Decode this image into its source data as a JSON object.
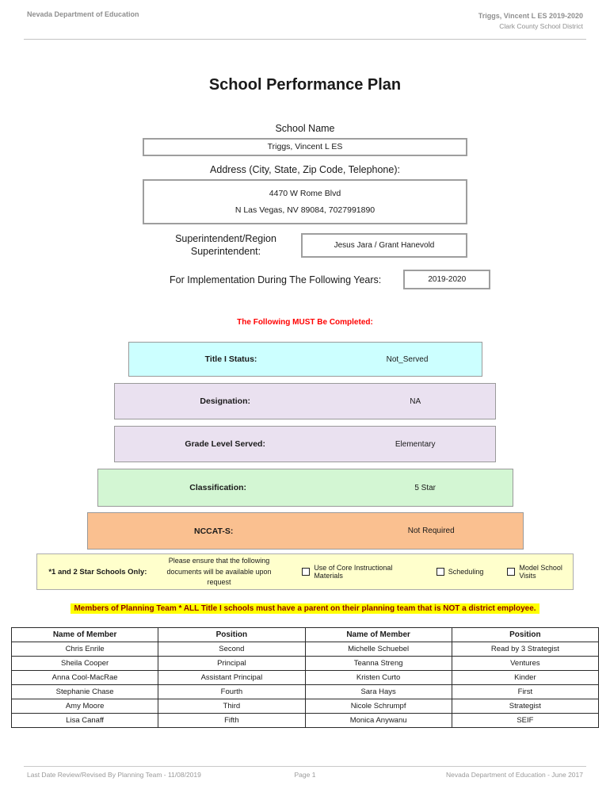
{
  "page_header": {
    "left": "Nevada Department of Education",
    "school_year": "Triggs, Vincent L ES  2019-2020",
    "district": "Clark County School District"
  },
  "title": "School Performance Plan",
  "form": {
    "school_name_label": "School Name",
    "school_name": "Triggs, Vincent L ES",
    "address_label": "Address (City, State, Zip Code, Telephone):",
    "address_line1": "4470 W Rome Blvd",
    "address_line2": "N Las Vegas, NV  89084, 7027991890",
    "superintendent_label_line1": "Superintendent/Region",
    "superintendent_label_line2": "Superintendent:",
    "superintendent_value": "Jesus Jara / Grant Hanevold",
    "implementation_label": "For Implementation During The Following Years:",
    "implementation_value": "2019-2020"
  },
  "must_complete_notice": "The Following MUST Be Completed:",
  "status_rows": [
    {
      "label": "Title I Status:",
      "value": "Not_Served",
      "bg": "#ccffff"
    },
    {
      "label": "Designation:",
      "value": "NA",
      "bg": "#eae1f0"
    },
    {
      "label": "Grade Level Served:",
      "value": "Elementary",
      "bg": "#eae1f0"
    },
    {
      "label": "Classification:",
      "value": "5 Star",
      "bg": "#d3f6d3"
    },
    {
      "label": "NCCAT-S:",
      "value": "Not Required",
      "bg": "#fac090"
    }
  ],
  "star_schools": {
    "label": "*1 and 2 Star Schools Only:",
    "instruction_line1": "Please ensure that the following",
    "instruction_line2": "documents will be available upon request",
    "checkboxes": [
      "Use of Core Instructional Materials",
      "Scheduling",
      "Model School Visits"
    ]
  },
  "planning_team_notice": "Members of Planning Team * ALL Title I schools must have a parent on their planning team that is NOT a district employee.",
  "members_table": {
    "headers": [
      "Name of Member",
      "Position",
      "Name of Member",
      "Position"
    ],
    "rows": [
      [
        "Chris Enrile",
        "Second",
        "Michelle Schuebel",
        "Read by 3 Strategist"
      ],
      [
        "Sheila Cooper",
        "Principal",
        "Teanna Streng",
        "Ventures"
      ],
      [
        "Anna Cool-MacRae",
        "Assistant Principal",
        "Kristen Curto",
        "Kinder"
      ],
      [
        "Stephanie Chase",
        "Fourth",
        "Sara Hays",
        "First"
      ],
      [
        "Amy Moore",
        "Third",
        "Nicole Schrumpf",
        "Strategist"
      ],
      [
        "Lisa Canaff",
        "Fifth",
        "Monica Anywanu",
        "SEIF"
      ]
    ]
  },
  "page_footer": {
    "left": "Last Date Review/Revised By Planning Team - 11/08/2019",
    "center": "Page 1",
    "right": "Nevada Department of Education - June 2017"
  },
  "colors": {
    "title_i_bg": "#ccffff",
    "designation_bg": "#eae1f0",
    "grade_level_bg": "#eae1f0",
    "classification_bg": "#d3f6d3",
    "nccats_bg": "#fac090",
    "star_row_bg": "#ffffcc",
    "highlight_bg": "#ffff00",
    "highlight_text": "#8b0000",
    "notice_red": "#ff0000",
    "muted_gray": "#8f8f8f"
  }
}
